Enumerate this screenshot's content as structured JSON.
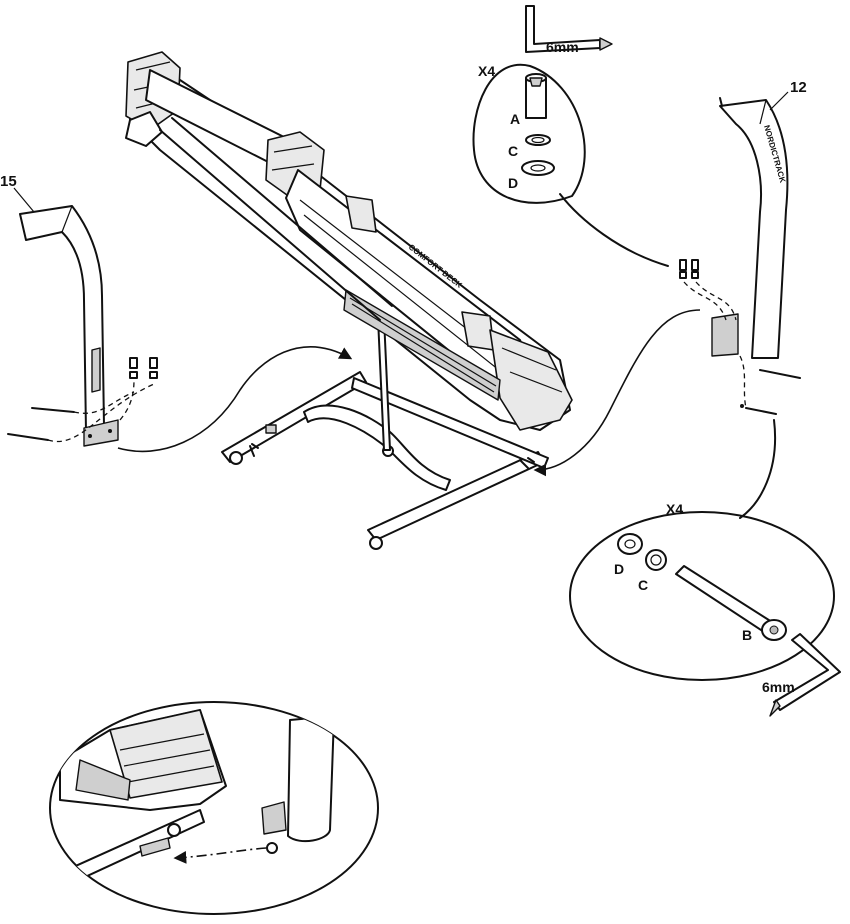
{
  "callouts": {
    "part_15": "15",
    "part_12": "12",
    "top_qty": "X4",
    "top_wrench": "6mm",
    "top_a": "A",
    "top_c": "C",
    "top_d": "D",
    "bottom_qty": "X4",
    "bottom_d": "D",
    "bottom_c": "C",
    "bottom_b": "B",
    "bottom_wrench": "6mm"
  },
  "branding": {
    "deck_logo": "COMFORT DECK",
    "upright_logo": "NORDICTRACK"
  }
}
